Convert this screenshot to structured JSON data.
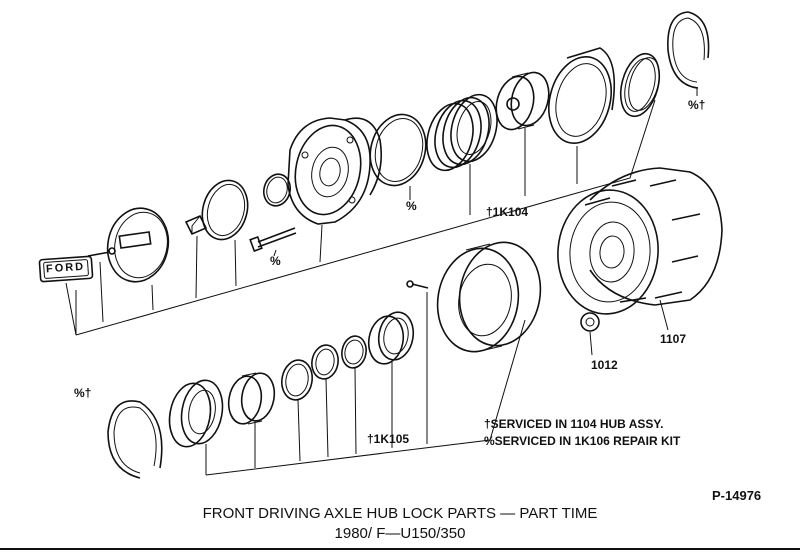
{
  "labels": {
    "bottom_left_mark": "%†",
    "top_right_mark": "%†",
    "mark_bolt": "%",
    "mark_ring": "%",
    "kit_1k104": "†1K104",
    "kit_1k105": "†1K105",
    "part_1012": "1012",
    "part_1107": "1107",
    "cap_text": "FORD"
  },
  "notes": {
    "line1": "†SERVICED IN 1104 HUB ASSY.",
    "line2": "%SERVICED IN 1K106 REPAIR KIT"
  },
  "figure_number": "P-14976",
  "caption": {
    "title": "FRONT DRIVING AXLE HUB LOCK PARTS — PART TIME",
    "subtitle": "1980/ F—U150/350"
  }
}
